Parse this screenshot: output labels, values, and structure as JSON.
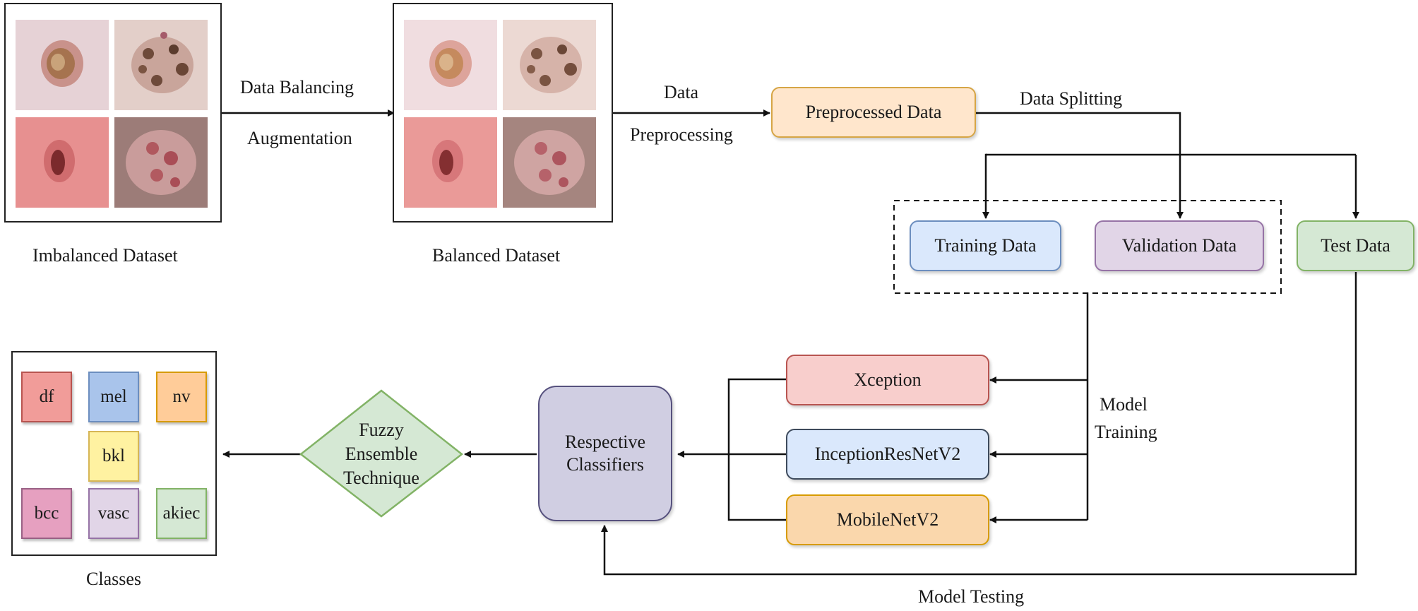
{
  "datasets": {
    "imbalanced_caption": "Imbalanced Dataset",
    "balanced_caption": "Balanced Dataset"
  },
  "edges": {
    "balancing_line1": "Data Balancing",
    "balancing_line2": "Augmentation",
    "preprocessing_line1": "Data",
    "preprocessing_line2": "Preprocessing",
    "splitting": "Data Splitting",
    "training_line1": "Model",
    "training_line2": "Training",
    "testing": "Model Testing"
  },
  "nodes": {
    "preprocessed": "Preprocessed Data",
    "training": "Training Data",
    "validation": "Validation Data",
    "test": "Test Data",
    "xception": "Xception",
    "inception": "InceptionResNetV2",
    "mobilenet": "MobileNetV2",
    "classifiers_line1": "Respective",
    "classifiers_line2": "Classifiers",
    "fuzzy_line1": "Fuzzy",
    "fuzzy_line2": "Ensemble",
    "fuzzy_line3": "Technique"
  },
  "classes": {
    "caption": "Classes",
    "items": [
      "df",
      "mel",
      "nv",
      "bkl",
      "bcc",
      "vasc",
      "akiec"
    ]
  },
  "colors": {
    "preprocessed_fill": "#ffe6cc",
    "preprocessed_stroke": "#d6a545",
    "training_fill": "#dae8fc",
    "training_stroke": "#6c8ebf",
    "validation_fill": "#e1d5e7",
    "validation_stroke": "#9673a6",
    "test_fill": "#d5e8d4",
    "test_stroke": "#82b366",
    "xception_fill": "#f8cecc",
    "xception_stroke": "#b85450",
    "inception_fill": "#dae8fc",
    "inception_stroke": "#3d4a5c",
    "mobilenet_fill": "#fad7ac",
    "mobilenet_stroke": "#d79b00",
    "classifiers_fill": "#d0cee2",
    "classifiers_stroke": "#56517e",
    "fuzzy_fill": "#d5e8d4",
    "fuzzy_stroke": "#82b366"
  }
}
